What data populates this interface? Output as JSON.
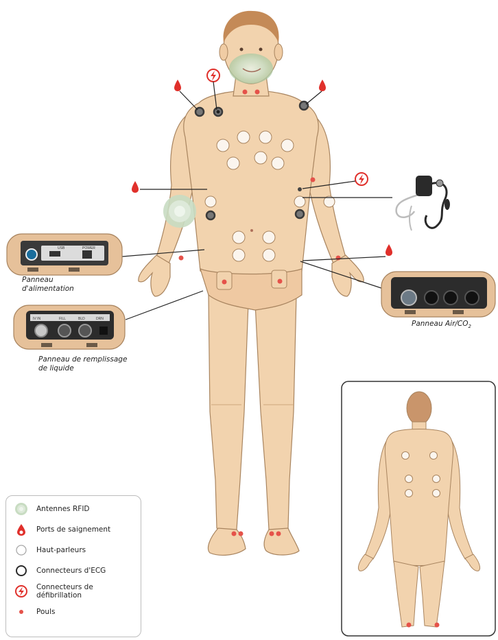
{
  "captions": {
    "power_panel": "Panneau\nd'alimentation",
    "air_co2_panel": "Panneau Air/CO",
    "air_co2_sub": "2",
    "fluid_panel": "Panneau de remplissage\nde liquide"
  },
  "panel_texts": {
    "power": [
      "USB",
      "POWER"
    ],
    "fluid": [
      "IV IN",
      "FILL",
      "BLD",
      "DRN"
    ]
  },
  "legend": {
    "items": [
      {
        "label": "Antennes RFID",
        "icon": "rfid-antenna-icon"
      },
      {
        "label": "Ports de saignement",
        "icon": "bleeding-port-icon"
      },
      {
        "label": "Haut-parleurs",
        "icon": "speaker-icon"
      },
      {
        "label": "Connecteurs d'ECG",
        "icon": "ecg-connector-icon"
      },
      {
        "label": "Connecteurs de défibrillation",
        "icon": "defibrillation-connector-icon"
      },
      {
        "label": "Pouls",
        "icon": "pulse-icon"
      }
    ]
  },
  "colors": {
    "skin": "#f2d3ae",
    "skin_shadow": "#dcb68d",
    "outline": "#a8845f",
    "hair": "#c48a57",
    "accent_red": "#e0302b",
    "pulse_red": "#e5524a",
    "rfid_green": "#b9d3b4",
    "ecg_dark": "#3a3a3a",
    "panel_body": "#e6c19a",
    "panel_face": "#2c2c2c"
  }
}
